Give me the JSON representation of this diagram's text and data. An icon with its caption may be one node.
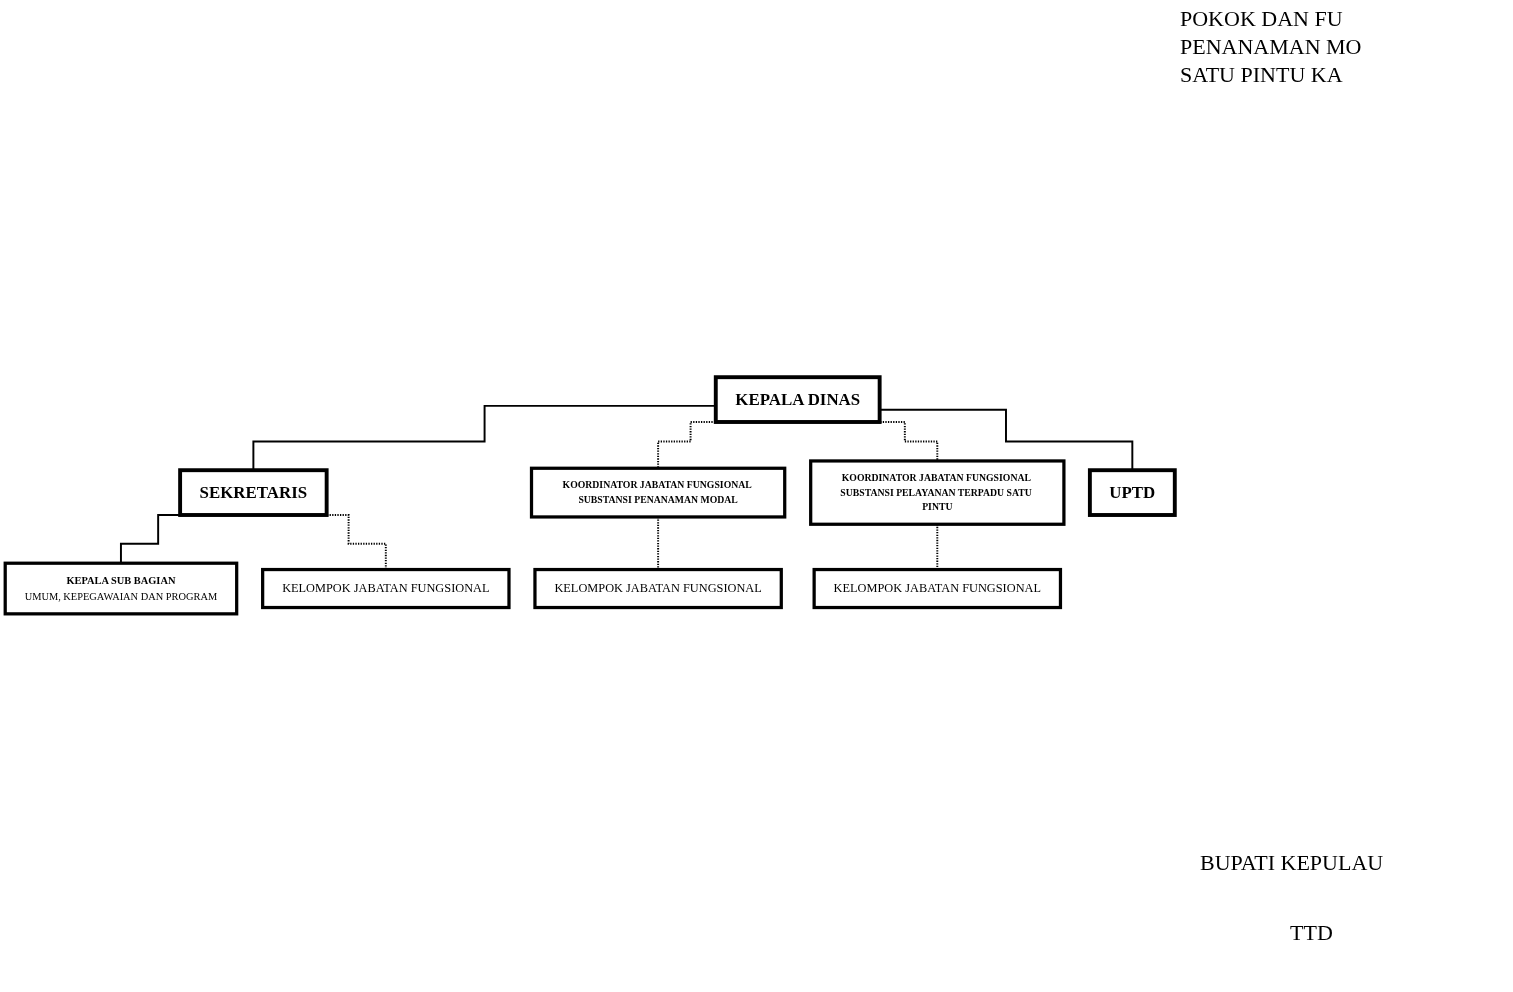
{
  "diagram": {
    "nodes": [
      {
        "text": [
          "KEPALA DINAS"
        ]
      },
      {
        "text": [
          "SEKRETARIS"
        ]
      },
      {
        "text": [
          "KEPALA SUB BAGIAN",
          "UMUM, KEPEGAWAIAN DAN PROGRAM"
        ]
      },
      {
        "text": [
          "KELOMPOK JABATAN FUNGSIONAL"
        ]
      },
      {
        "text": [
          "KOORDINATOR JABATAN FUNGSIONAL SUBSTANSI PENANAMAN MODAL"
        ]
      },
      {
        "text": [
          "KOORDINATOR JABATAN FUNGSIONAL SUBSTANSI PELAYANAN TERPADU SATU PINTU"
        ]
      },
      {
        "text": [
          "KELOMPOK JABATAN FUNGSIONAL"
        ]
      },
      {
        "text": [
          "KELOMPOK JABATAN FUNGSIONAL"
        ]
      },
      {
        "text": [
          "UPTD"
        ]
      }
    ],
    "edges": [
      {
        "from": 0,
        "to": 1,
        "arrow": "none"
      },
      {
        "from": 1,
        "to": 2,
        "arrow": "none"
      },
      {
        "from": 1,
        "to": 3,
        "arrow": "none",
        "style": "dashed"
      },
      {
        "from": 0,
        "to": 4,
        "arrow": "none",
        "style": "dashed"
      },
      {
        "from": 0,
        "to": 5,
        "arrow": "none",
        "style": "dashed"
      },
      {
        "from": 4,
        "to": 6,
        "arrow": "none",
        "style": "dashed"
      },
      {
        "from": 5,
        "to": 7,
        "arrow": "none",
        "style": "dashed"
      },
      {
        "from": 0,
        "to": 8,
        "arrow": "none"
      }
    ],
    "labels": [
      "POKOK DAN FU",
      "PENANAMAN MO",
      "SATU PINTU KA",
      "BUPATI KEPULAU",
      "TTD"
    ]
  }
}
